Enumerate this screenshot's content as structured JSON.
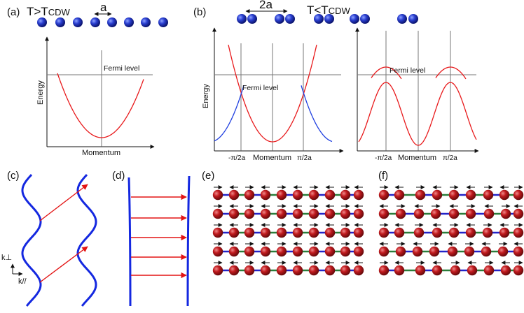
{
  "panels": {
    "a": {
      "label": "(a)",
      "temp_main": "T>T",
      "temp_sub": "CDW",
      "spacing_label": "a",
      "fermi": "Fermi level",
      "ylabel": "Energy",
      "xlabel": "Momentum"
    },
    "b": {
      "label": "(b)",
      "temp_main": "T<T",
      "temp_sub": "CDW",
      "spacing_label": "2a",
      "fermi_left": "Fermi level",
      "fermi_right": "Fermi level",
      "ylabel": "Energy",
      "xlabel_left": "Momentum",
      "xlabel_right": "Momentum",
      "tick_neg_left": "-π/2a",
      "tick_pos_left": "π/2a",
      "tick_neg_right": "-π/2a",
      "tick_pos_right": "π/2a"
    },
    "c": {
      "label": "(c)",
      "k_perp": "k⊥",
      "k_par": "k//"
    },
    "d": {
      "label": "(d)"
    },
    "e": {
      "label": "(e)"
    },
    "f": {
      "label": "(f)"
    }
  },
  "colors": {
    "atom_blue": "#1c2fb5",
    "band_red": "#e8191b",
    "band_blue": "#1f3fe0",
    "fermi_line": "#777777",
    "surface_blue": "#1428e0",
    "nest_arrow": "#e31414",
    "atom_red": "#b01217",
    "bond_green": "#2a7d3a",
    "bond_blue": "#2323c8"
  }
}
